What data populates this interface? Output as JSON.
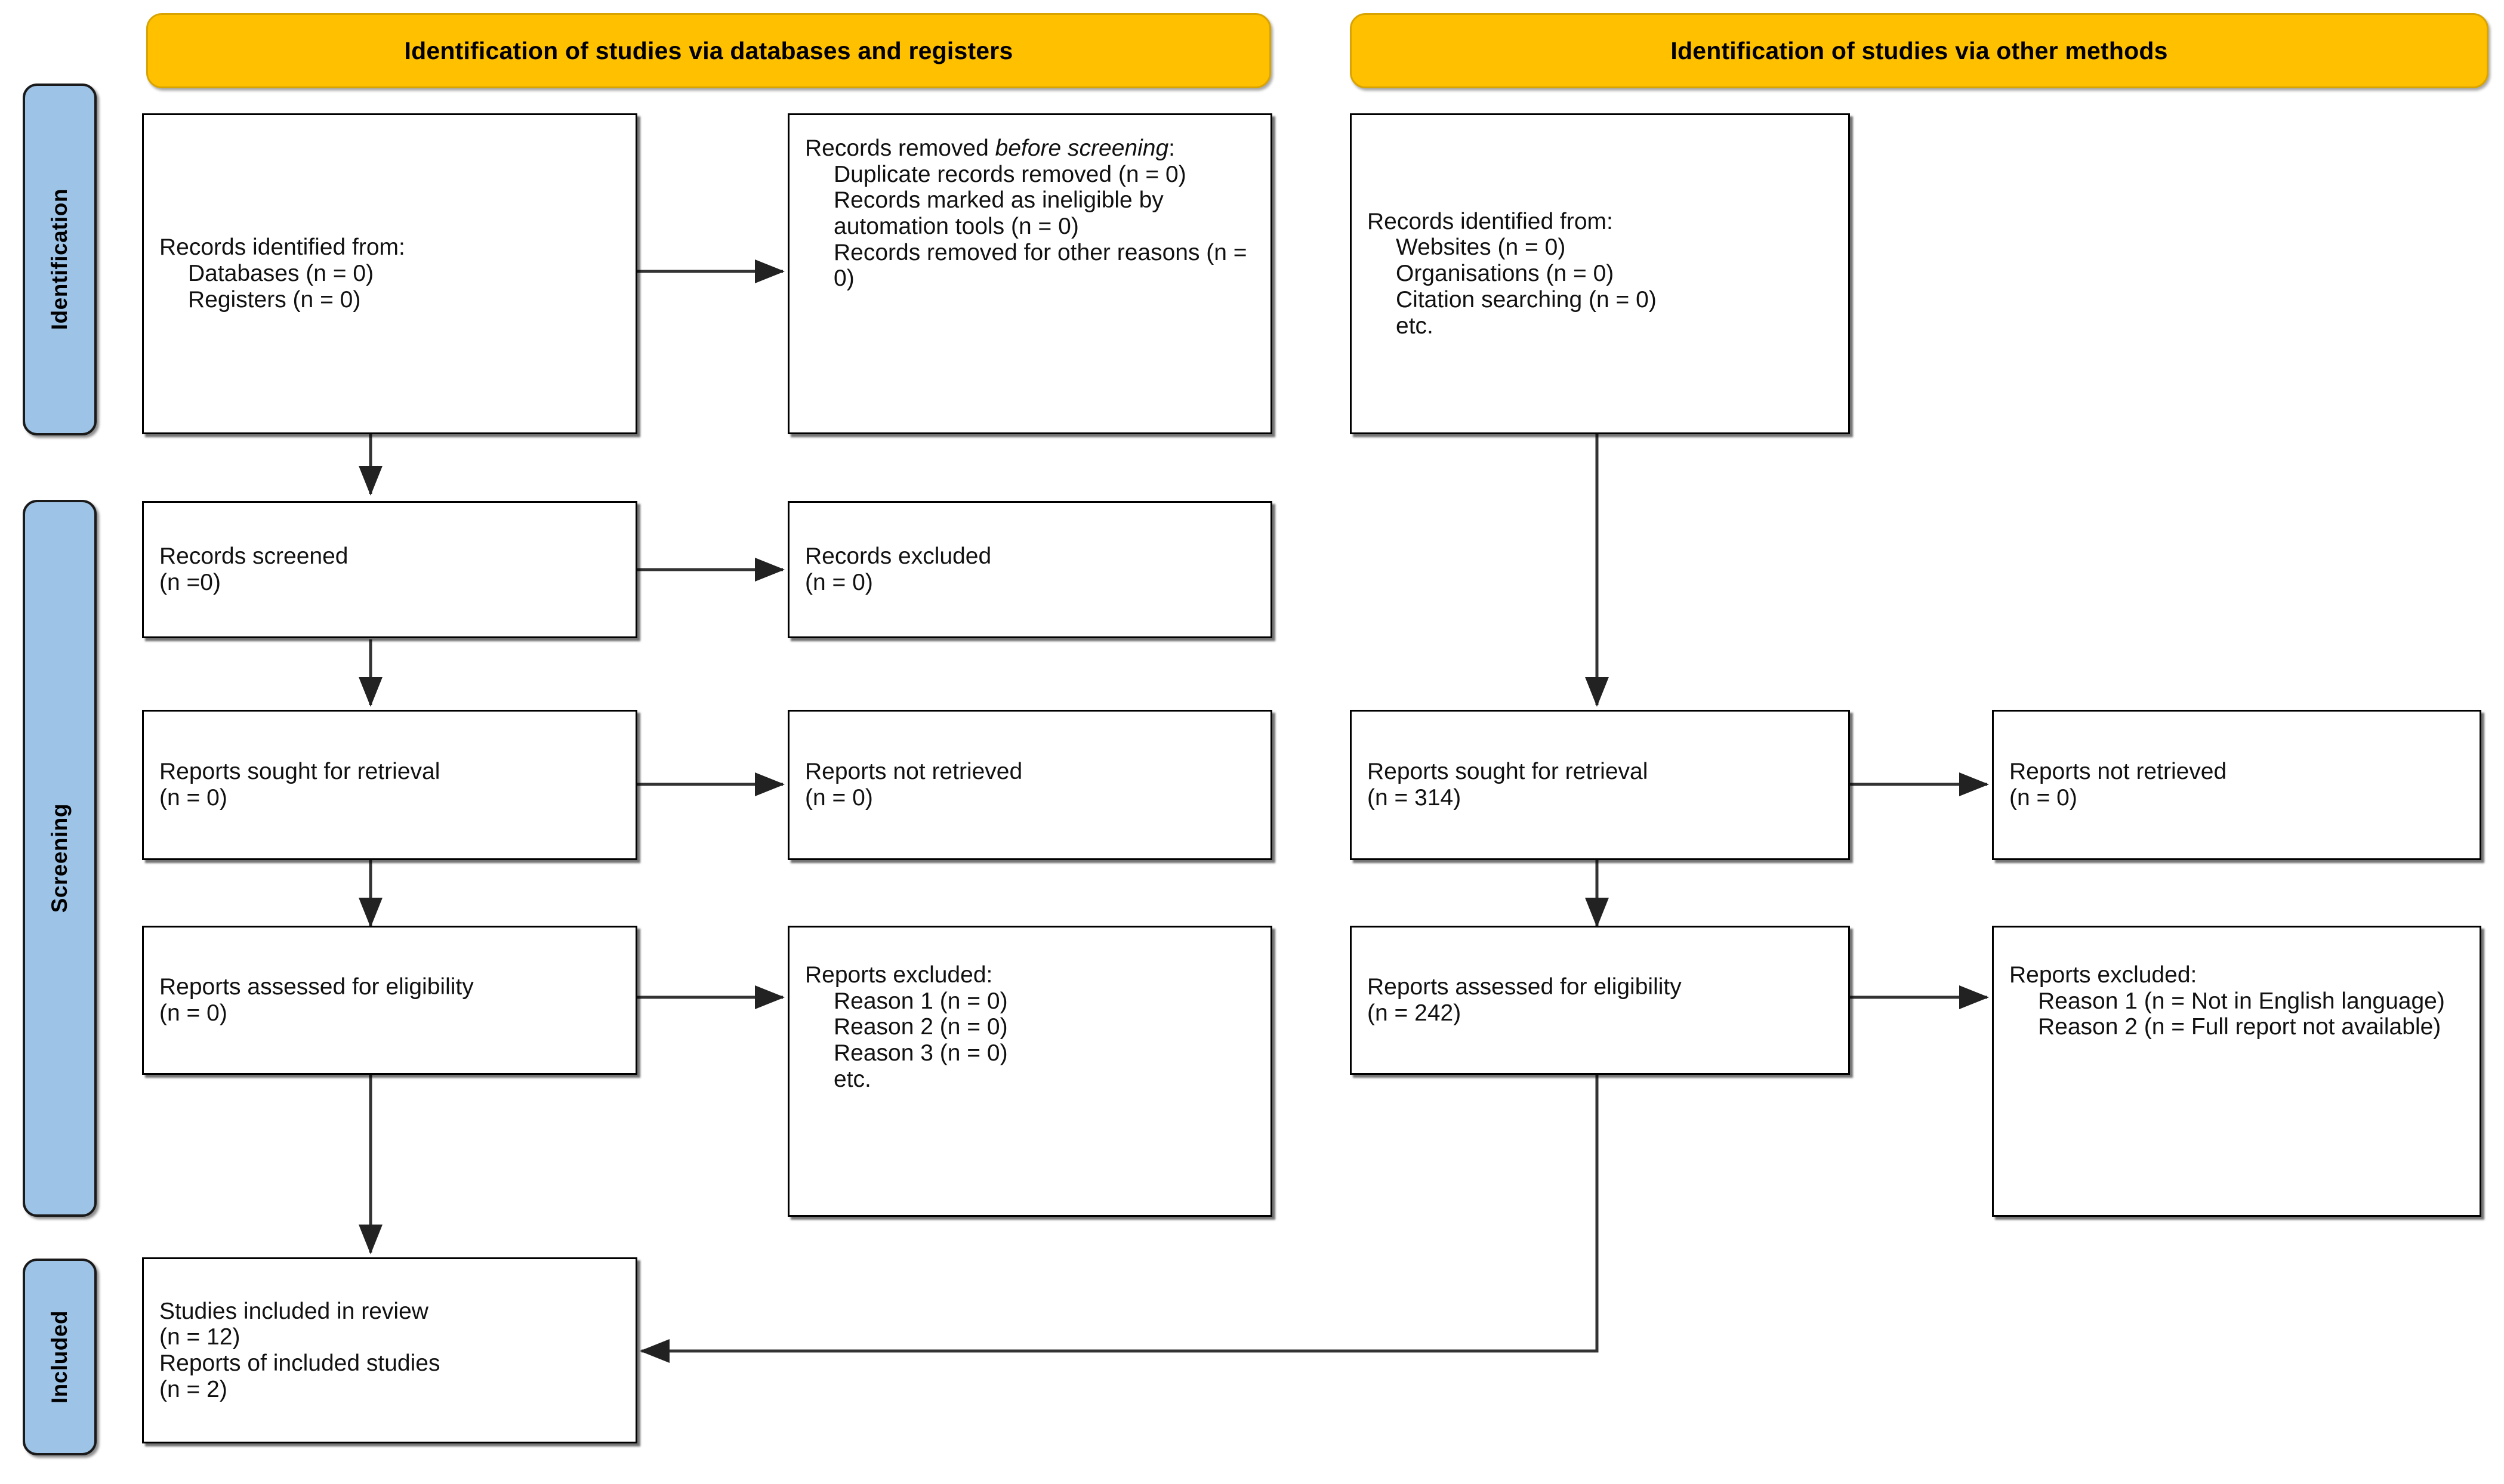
{
  "colors": {
    "header_fill": "#FFC000",
    "phase_fill": "#9DC3E6",
    "node_fill": "#FFFFFF",
    "stroke": "#000000"
  },
  "headers": [
    {
      "id": "databases-registers",
      "label": "Identification of studies via databases and registers"
    },
    {
      "id": "other-methods",
      "label": "Identification of studies via other methods"
    }
  ],
  "phases": [
    {
      "id": "identification",
      "label": "Identification"
    },
    {
      "id": "screening",
      "label": "Screening"
    },
    {
      "id": "included",
      "label": "Included"
    }
  ],
  "nodes": {
    "records_identified_db": {
      "name": "records-identified-databases",
      "lines": [
        {
          "text": "Records identified from:",
          "indent": false
        },
        {
          "text": "Databases (n = 0)",
          "indent": true
        },
        {
          "text": "Registers (n = 0)",
          "indent": true
        }
      ]
    },
    "records_removed": {
      "name": "records-removed-before-screening",
      "title_plain": "Records removed ",
      "title_italic": "before screening",
      "title_suffix": ":",
      "lines": [
        {
          "text": "Duplicate records removed (n = 0)",
          "indent": true
        },
        {
          "text": "Records marked as ineligible by automation tools (n = 0)",
          "indent": true
        },
        {
          "text": "Records removed for other reasons (n = 0)",
          "indent": true
        }
      ]
    },
    "records_screened": {
      "name": "records-screened",
      "lines": [
        {
          "text": "Records screened",
          "indent": false
        },
        {
          "text": "(n =0)",
          "indent": false
        }
      ]
    },
    "records_excluded": {
      "name": "records-excluded",
      "lines": [
        {
          "text": "Records excluded",
          "indent": false
        },
        {
          "text": "(n = 0)",
          "indent": false
        }
      ]
    },
    "reports_sought_db": {
      "name": "reports-sought-for-retrieval-databases",
      "lines": [
        {
          "text": "Reports sought for retrieval",
          "indent": false
        },
        {
          "text": "(n = 0)",
          "indent": false
        }
      ]
    },
    "reports_not_retrieved_db": {
      "name": "reports-not-retrieved-databases",
      "lines": [
        {
          "text": "Reports not retrieved",
          "indent": false
        },
        {
          "text": "(n = 0)",
          "indent": false
        }
      ]
    },
    "reports_assessed_db": {
      "name": "reports-assessed-for-eligibility-databases",
      "lines": [
        {
          "text": "Reports assessed for eligibility",
          "indent": false
        },
        {
          "text": "(n = 0)",
          "indent": false
        }
      ]
    },
    "reports_excluded_db": {
      "name": "reports-excluded-databases",
      "lines": [
        {
          "text": "Reports excluded:",
          "indent": false
        },
        {
          "text": "Reason 1 (n = 0)",
          "indent": true
        },
        {
          "text": "Reason 2 (n = 0)",
          "indent": true
        },
        {
          "text": "Reason 3 (n = 0)",
          "indent": true
        },
        {
          "text": "etc.",
          "indent": true
        }
      ]
    },
    "records_identified_other": {
      "name": "records-identified-other-methods",
      "lines": [
        {
          "text": "Records identified from:",
          "indent": false
        },
        {
          "text": "Websites (n = 0)",
          "indent": true
        },
        {
          "text": "Organisations (n = 0)",
          "indent": true
        },
        {
          "text": "Citation searching (n = 0)",
          "indent": true
        },
        {
          "text": "etc.",
          "indent": true
        }
      ]
    },
    "reports_sought_other": {
      "name": "reports-sought-for-retrieval-other",
      "lines": [
        {
          "text": "Reports sought for retrieval",
          "indent": false
        },
        {
          "text": "(n = 314)",
          "indent": false
        }
      ]
    },
    "reports_not_retrieved_other": {
      "name": "reports-not-retrieved-other",
      "lines": [
        {
          "text": "Reports not retrieved",
          "indent": false
        },
        {
          "text": "(n = 0)",
          "indent": false
        }
      ]
    },
    "reports_assessed_other": {
      "name": "reports-assessed-for-eligibility-other",
      "lines": [
        {
          "text": "Reports assessed for eligibility",
          "indent": false
        },
        {
          "text": "(n = 242)",
          "indent": false
        }
      ]
    },
    "reports_excluded_other": {
      "name": "reports-excluded-other",
      "lines": [
        {
          "text": "Reports excluded:",
          "indent": false
        },
        {
          "text": "Reason 1 (n = Not in English language)",
          "indent": true
        },
        {
          "text": "Reason 2 (n = Full report not available)",
          "indent": true
        }
      ]
    },
    "studies_included": {
      "name": "studies-included-in-review",
      "lines": [
        {
          "text": "Studies included in review",
          "indent": false
        },
        {
          "text": "(n = 12)",
          "indent": false
        },
        {
          "text": "Reports of included studies",
          "indent": false
        },
        {
          "text": "(n = 2)",
          "indent": false
        }
      ]
    }
  }
}
